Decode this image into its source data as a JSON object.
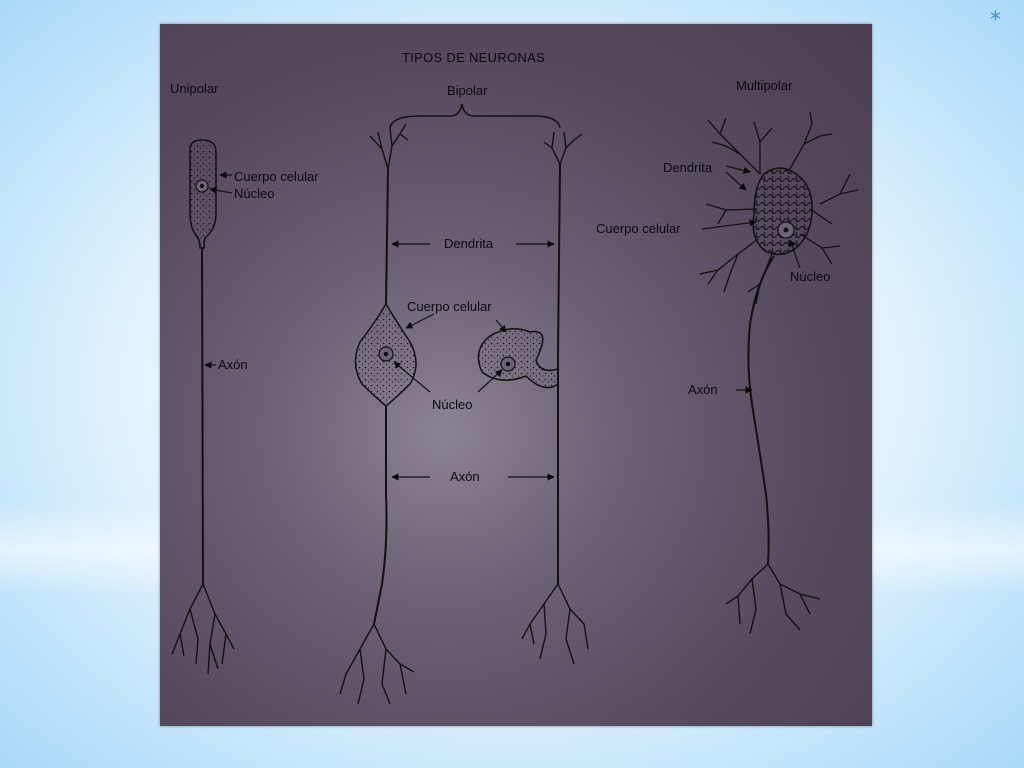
{
  "slide": {
    "corner_glyph": "*"
  },
  "figure": {
    "title": "TIPOS DE NEURONAS",
    "unipolar": {
      "heading": "Unipolar",
      "cell_body": "Cuerpo celular",
      "nucleus": "Núcleo",
      "axon": "Axón"
    },
    "bipolar": {
      "heading": "Bipolar",
      "dendrite": "Dendrita",
      "cell_body": "Cuerpo celular",
      "nucleus": "Núcleo",
      "axon": "Axón"
    },
    "multipolar": {
      "heading": "Multipolar",
      "dendrite": "Dendrita",
      "cell_body": "Cuerpo celular",
      "nucleus": "Núcleo",
      "axon": "Axón"
    }
  }
}
